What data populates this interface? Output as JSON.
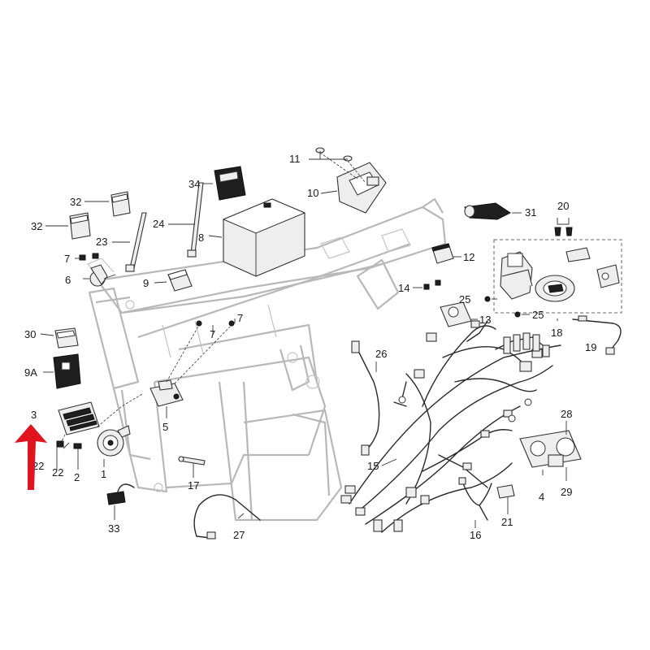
{
  "diagram": {
    "callouts": {
      "c1": "1",
      "c2": "2",
      "c3": "3",
      "c4": "4",
      "c5": "5",
      "c6": "6",
      "c7a": "7",
      "c7b": "7",
      "c7c": "7",
      "c8": "8",
      "c9": "9",
      "c9a": "9A",
      "c10": "10",
      "c11": "11",
      "c12": "12",
      "c13": "13",
      "c14": "14",
      "c15": "15",
      "c16": "16",
      "c17": "17",
      "c18": "18",
      "c19": "19",
      "c20": "20",
      "c21": "21",
      "c22a": "22",
      "c22b": "22",
      "c23": "23",
      "c24": "24",
      "c25a": "25",
      "c25b": "25",
      "c26": "26",
      "c27": "27",
      "c28": "28",
      "c29": "29",
      "c30": "30",
      "c31": "31",
      "c32a": "32",
      "c32b": "32",
      "c33": "33",
      "c34": "34"
    },
    "colors": {
      "frame": "#b8b8b8",
      "line": "#333333",
      "highlight_arrow": "#e0141e"
    },
    "highlight": {
      "target_callout": "3",
      "icon": "red-arrow-up-icon"
    }
  }
}
